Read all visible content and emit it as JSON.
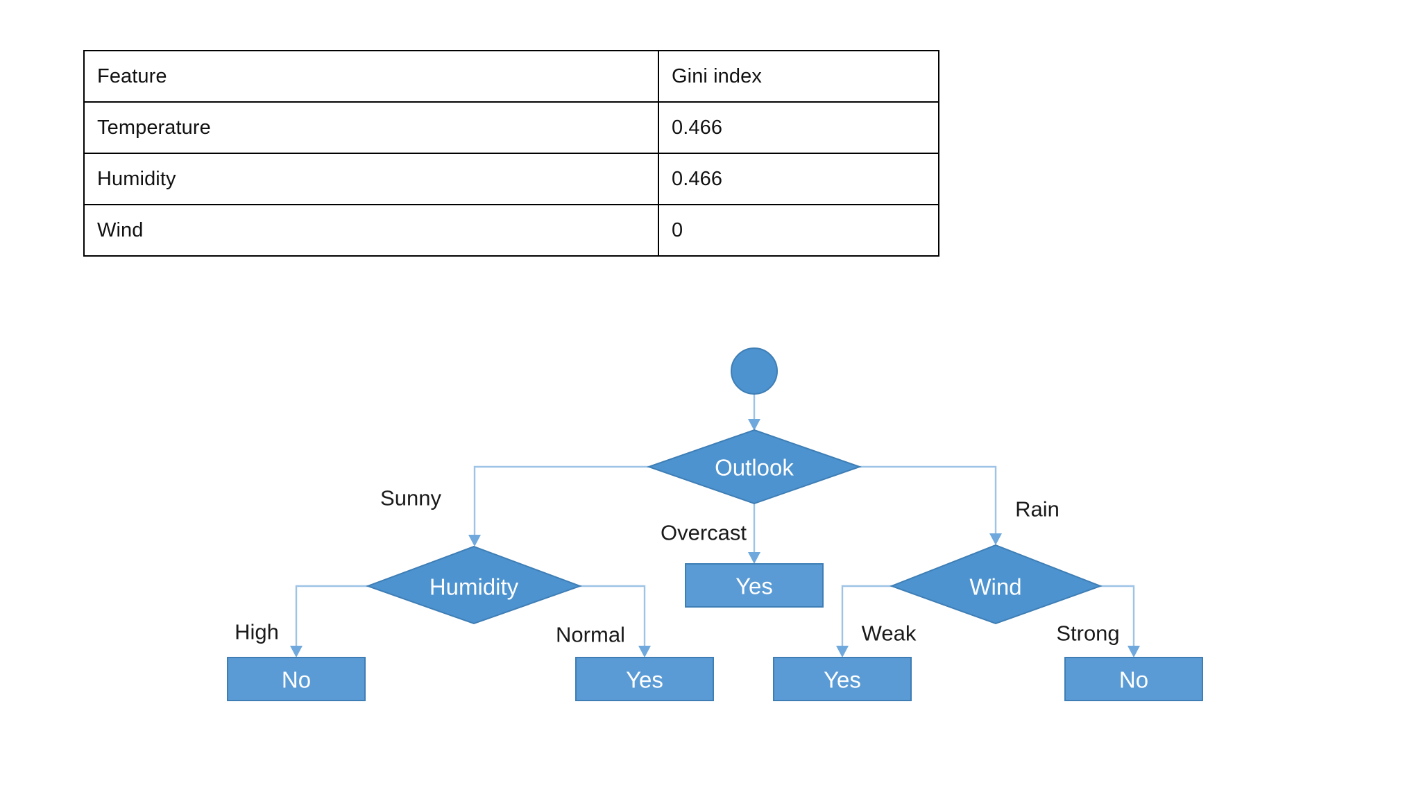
{
  "gini_table": {
    "columns": [
      "Feature",
      "Gini index"
    ],
    "rows": [
      [
        "Temperature",
        "0.466"
      ],
      [
        "Humidity",
        "0.466"
      ],
      [
        "Wind",
        "0"
      ]
    ]
  },
  "decision_tree": {
    "root_node": {
      "label": ""
    },
    "nodes": {
      "outlook": "Outlook",
      "humidity": "Humidity",
      "wind": "Wind",
      "overcast_leaf": "Yes",
      "high_leaf": "No",
      "normal_leaf": "Yes",
      "weak_leaf": "Yes",
      "strong_leaf": "No"
    },
    "edge_labels": {
      "sunny": "Sunny",
      "overcast": "Overcast",
      "rain": "Rain",
      "high": "High",
      "normal": "Normal",
      "weak": "Weak",
      "strong": "Strong"
    },
    "colors": {
      "node_fill": "#4D93D0",
      "box_fill": "#5B9BD5",
      "node_stroke": "#3E7EB5",
      "edge_stroke": "#9DC3E6",
      "node_text": "#FFFFFF",
      "edge_text": "#1A1A1A"
    }
  }
}
